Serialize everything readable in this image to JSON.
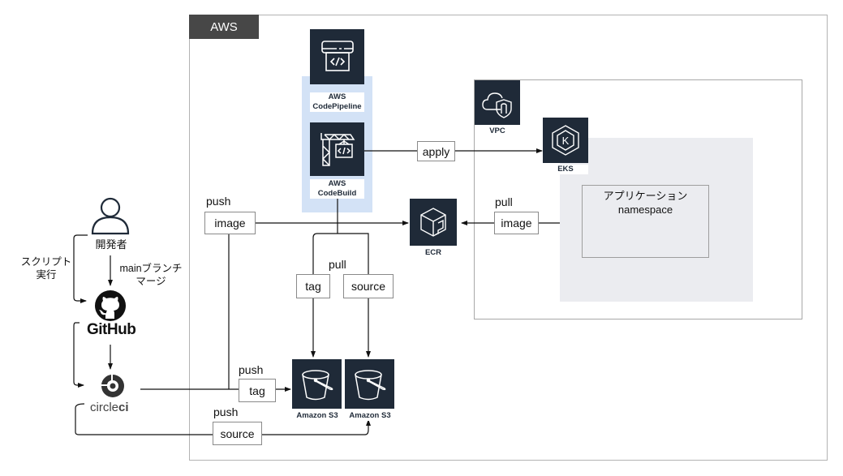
{
  "aws": {
    "title": "AWS"
  },
  "vpc": {
    "label": "VPC"
  },
  "eks": {
    "label": "EKS"
  },
  "namespace": {
    "line1": "アプリケーション",
    "line2": "namespace"
  },
  "services": {
    "codepipeline": {
      "line1": "AWS",
      "line2": "CodePipeline",
      "icon": "codepipeline-icon"
    },
    "codebuild": {
      "line1": "AWS",
      "line2": "CodeBuild",
      "icon": "codebuild-icon"
    },
    "ecr": {
      "label": "ECR",
      "icon": "ecr-icon"
    },
    "s3_tag": {
      "label": "Amazon S3",
      "icon": "s3-bucket-icon"
    },
    "s3_source": {
      "label": "Amazon S3",
      "icon": "s3-bucket-icon"
    }
  },
  "actors": {
    "developer": {
      "label": "開発者",
      "icon": "user-icon"
    },
    "github": {
      "label": "GitHub",
      "icon": "github-icon"
    },
    "circleci": {
      "label_light": "circle",
      "label_bold": "ci",
      "icon": "circleci-icon"
    }
  },
  "edges": {
    "apply": {
      "label": "apply"
    },
    "push_image": {
      "action": "push",
      "label": "image"
    },
    "pull_image": {
      "action": "pull",
      "label": "image"
    },
    "pull_tag": {
      "label": "tag"
    },
    "pull_source": {
      "label": "source"
    },
    "pull_action": {
      "action": "pull"
    },
    "push_tag": {
      "action": "push",
      "label": "tag"
    },
    "push_source": {
      "action": "push",
      "label": "source"
    },
    "script_run": {
      "line1": "スクリプト",
      "line2": "実行"
    },
    "main_merge": {
      "line1": "mainブランチ",
      "line2": "マージ"
    }
  },
  "colors": {
    "icon_bg": "#1f2a38",
    "group_bg": "#d3e2f6",
    "eks_bg": "#ebecf0",
    "aws_tag_bg": "#474747"
  }
}
